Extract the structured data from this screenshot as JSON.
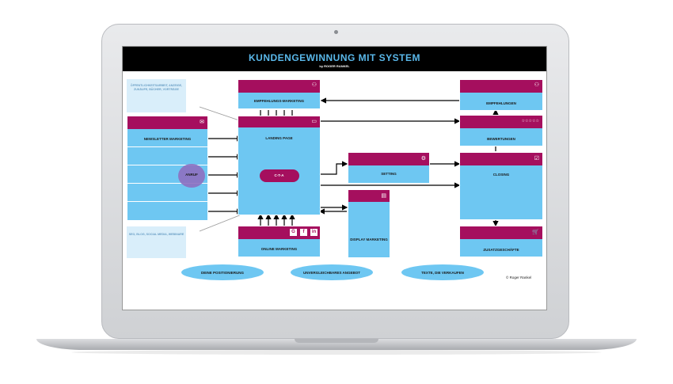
{
  "header": {
    "title": "KUNDENGEWINNUNG MIT SYSTEM",
    "subtitle": "by ROGER RANKEL"
  },
  "colors": {
    "box": "#6ec7f2",
    "header": "#a50f5e",
    "light_box": "#d9eefa",
    "title": "#5ab8ea"
  },
  "boxes": {
    "oeffentlichkeit": "ÖFFENTLICHKEITSARBEIT, ANZEIGE, ZUKÄUFE, BÜCHER, VORTRÄGE",
    "seo": "SEO, BLOG, SOCIAL MEDIA, WEBINARE",
    "newsletter": "NEWSLETTER MARKETING",
    "anruf": "ANRUF",
    "empfehlungs_marketing": "EMPFEHLUNGS-MARKETING",
    "landing_page": "LANDING PAGE",
    "cta": "C-T-A",
    "online_marketing": "ONLINE MARKETING",
    "setting": "SETTING",
    "display_marketing": "DISPLAY MARKETING",
    "empfehlungen": "EMPFEHLUNGEN",
    "bewertungen": "BEWERTUNGEN",
    "closing": "CLOSING",
    "zusatzgeschaefte": "ZUSATZGESCHÄFTE"
  },
  "ovals": [
    "DEINE POSITIONIERUNG",
    "UNVERGLEICHBARES ANGEBOT",
    "TEXTE, DIE VERKAUFEN"
  ],
  "social_icons": [
    "G",
    "f",
    "in"
  ],
  "stars": "☆☆☆☆☆",
  "copyright": "© Roger Rankel",
  "icons": {
    "empfehlungs": "people-icon",
    "empfehlungen": "people-icon",
    "landing": "monitor-icon",
    "newsletter": "envelope-icon",
    "setting": "gear-icon",
    "display": "display-ad-icon",
    "closing": "checkbox-icon",
    "zusatz": "cart-icon"
  }
}
